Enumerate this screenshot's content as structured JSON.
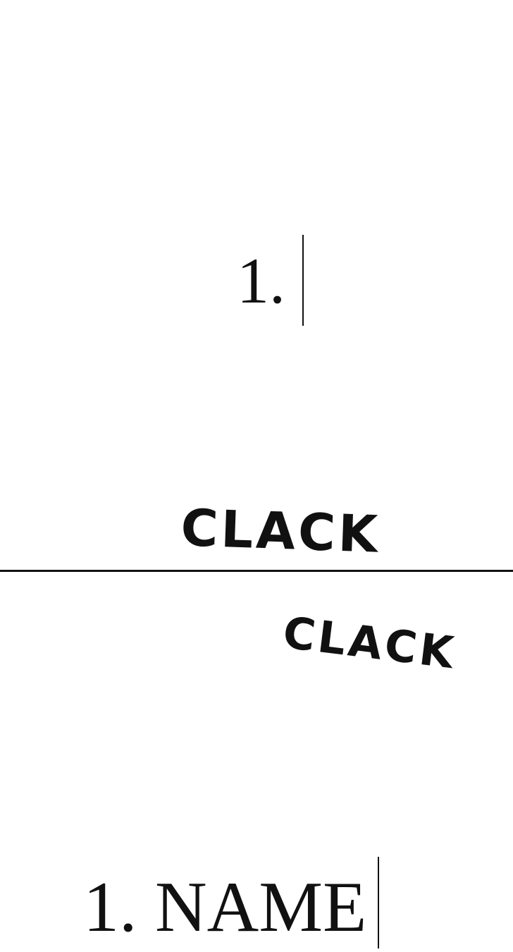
{
  "panel_top": {
    "typed_text": "1.",
    "sound_effect": "CLACK"
  },
  "panel_bottom": {
    "sound_effect": "CLACK",
    "typed_text": "1. NAME"
  }
}
